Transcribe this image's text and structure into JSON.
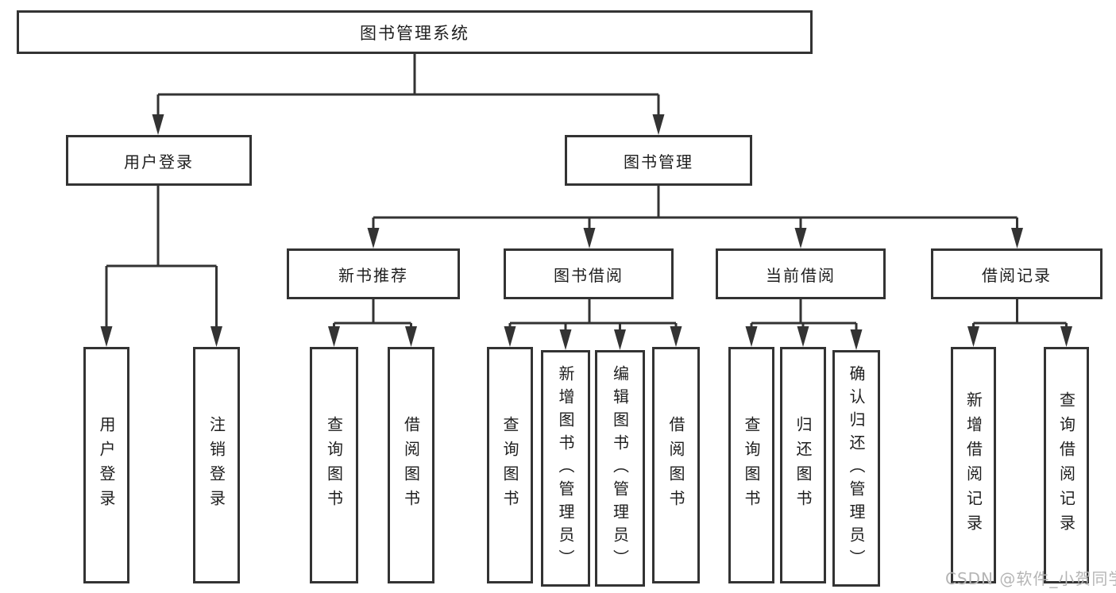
{
  "diagram": {
    "root_label": "图书管理系统",
    "user_branch": {
      "label": "用户登录",
      "children": [
        "用户登录",
        "注销登录"
      ]
    },
    "book_branch": {
      "label": "图书管理",
      "sections": [
        {
          "label": "新书推荐",
          "children": [
            "查询图书",
            "借阅图书"
          ]
        },
        {
          "label": "图书借阅",
          "children": [
            "查询图书",
            "新增图书（管理员）",
            "编辑图书（管理员）",
            "借阅图书"
          ]
        },
        {
          "label": "当前借阅",
          "children": [
            "查询图书",
            "归还图书",
            "确认归还（管理员）"
          ]
        },
        {
          "label": "借阅记录",
          "children": [
            "新增借阅记录",
            "查询借阅记录"
          ]
        }
      ]
    }
  },
  "watermark": {
    "text": "CSDN @软件_小贺同学",
    "color": "#b5b5b5"
  },
  "colors": {
    "line": "#333333",
    "box_border": "#333333",
    "box_fill": "#ffffff",
    "text": "#1e1e1e",
    "background": "#ffffff"
  }
}
